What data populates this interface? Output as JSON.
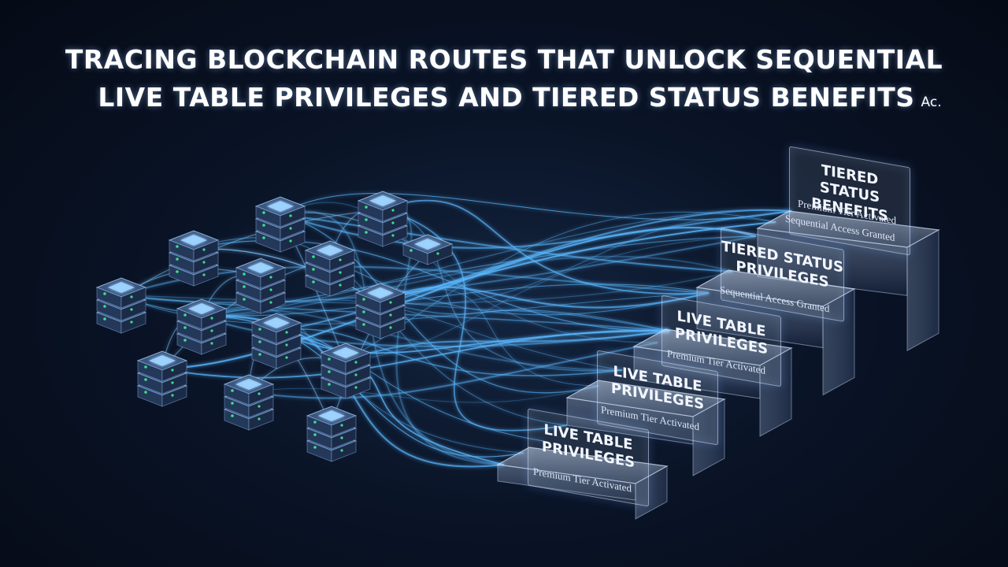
{
  "title": {
    "line1": "TRACING BLOCKCHAIN ROUTES THAT UNLOCK SEQUENTIAL",
    "line2": "LIVE TABLE PRIVILEGES AND TIERED STATUS BENEFITS",
    "tag": "Ac."
  },
  "steps": [
    {
      "title": "Tiered Status Benefits",
      "line1": "Premium Tier Activated",
      "line2": "Sequential Access Granted"
    },
    {
      "title": "Tiered Status Privileges",
      "line1": "Sequential Access Granted"
    },
    {
      "title": "Live Table Privileges",
      "line1": "Premium Tier Activated"
    },
    {
      "title": "Live Table Privileges",
      "line1": "Premium Tier Activated"
    },
    {
      "title": "Live Table Privileges",
      "line1": "Premium Tier Activated"
    }
  ],
  "colors": {
    "background": "#0a1427",
    "route": "#5ab8ff",
    "node_glow": "#9fd4ff",
    "led": "#3be08a"
  }
}
